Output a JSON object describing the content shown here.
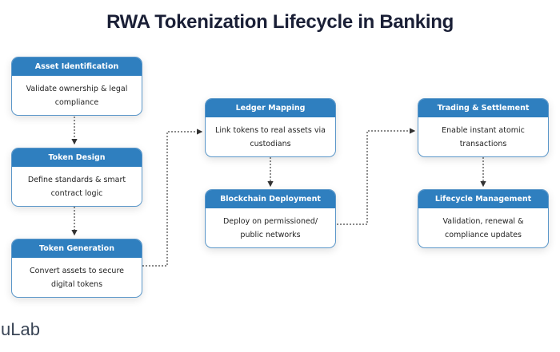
{
  "title": "RWA Tokenization Lifecycle in Banking",
  "colors": {
    "header": "#2f7fbf",
    "border": "#5b97c9",
    "title": "#1a1f36",
    "connector": "#444444"
  },
  "steps": [
    {
      "title": "Asset Identification",
      "description": "Validate ownership & legal compliance"
    },
    {
      "title": "Token Design",
      "description": "Define standards & smart contract logic"
    },
    {
      "title": "Token Generation",
      "description": "Convert assets to secure digital tokens"
    },
    {
      "title": "Ledger Mapping",
      "description": "Link tokens to real assets via custodians"
    },
    {
      "title": "Blockchain Deployment",
      "description": "Deploy on permissioned/ public networks"
    },
    {
      "title": "Trading & Settlement",
      "description": "Enable instant atomic transactions"
    },
    {
      "title": "Lifecycle Management",
      "description": "Validation, renewal & compliance updates"
    }
  ],
  "brand": "uLab"
}
